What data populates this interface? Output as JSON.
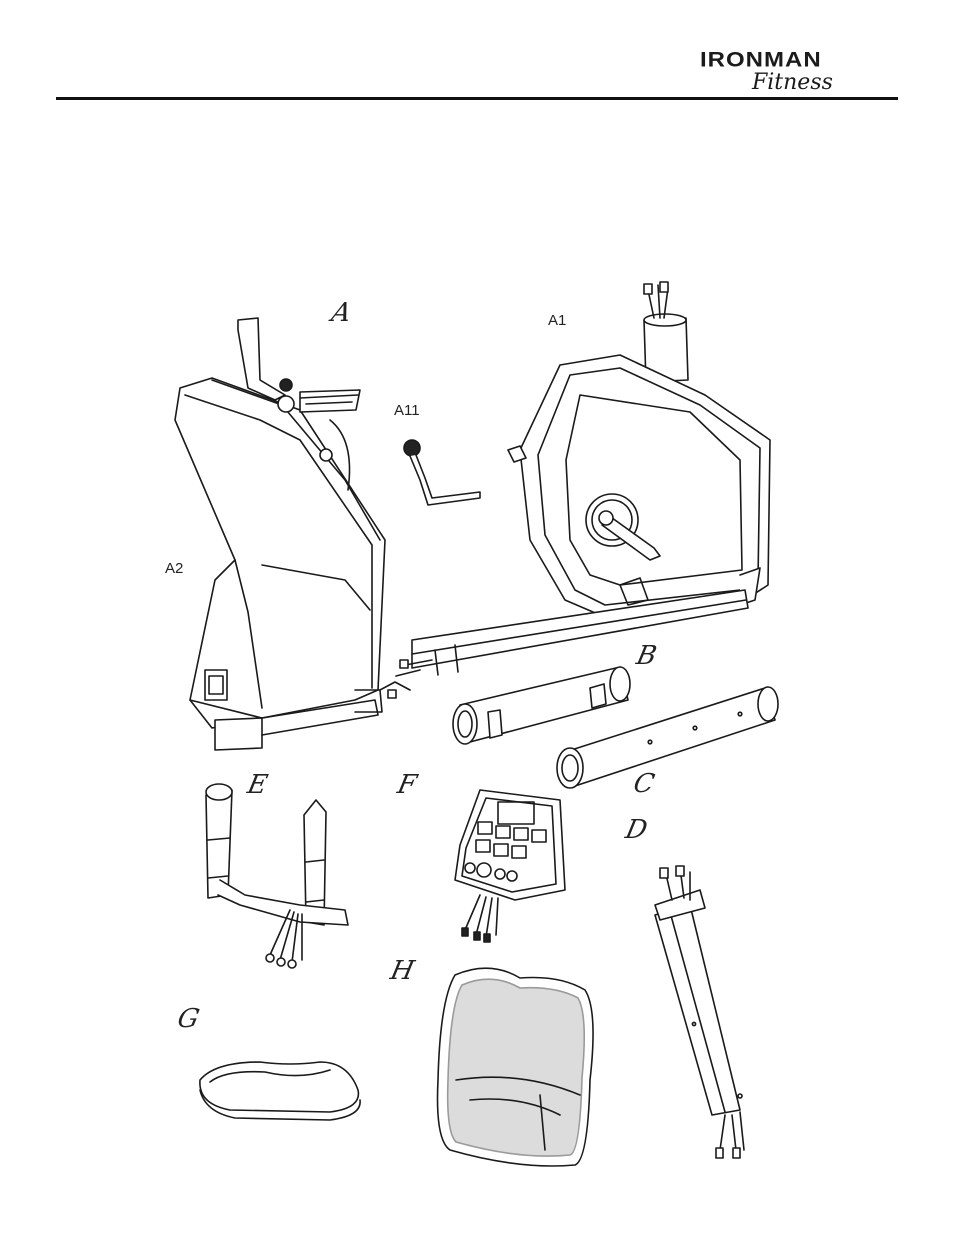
{
  "header": {
    "logo": {
      "word": "IRONMAN",
      "script": "Fitness"
    }
  },
  "labels": {
    "A": "A",
    "A1": "A1",
    "A11": "A11",
    "A2": "A2",
    "B": "B",
    "C": "C",
    "D": "D",
    "E": "E",
    "F": "F",
    "G": "G",
    "H": "H"
  },
  "colors": {
    "line": "#1a1a1a",
    "fill": "#ffffff",
    "mesh": "#9a9a9a"
  }
}
